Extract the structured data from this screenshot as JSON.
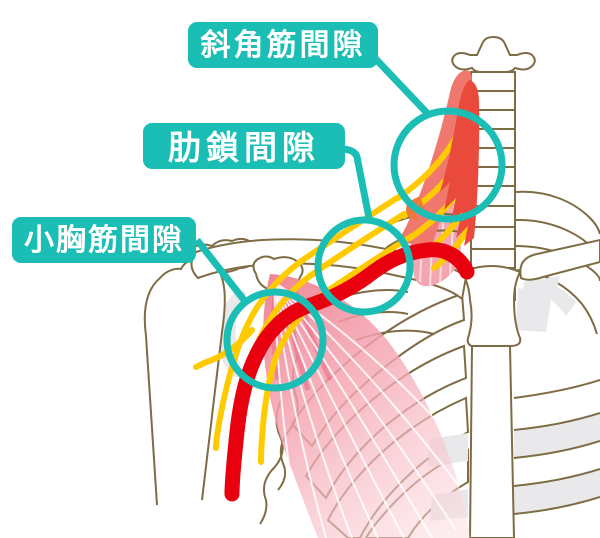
{
  "diagram": {
    "regions": [
      {
        "id": "scalene-gap",
        "label": "斜角筋間隙"
      },
      {
        "id": "costoclavicular-gap",
        "label": "肋鎖間隙"
      },
      {
        "id": "pectoralis-minor-gap",
        "label": "小胸筋間隙"
      }
    ]
  },
  "colors": {
    "background": "#ffffff",
    "label_bg": "#1bbeb4",
    "label_text": "#ffffff",
    "highlight_circle": "#1bbeb4",
    "artery_red": "#e8000f",
    "nerve_yellow": "#ffcb00",
    "muscle_salmon": "#f0786e",
    "muscle_salmon_pale": "#f5988f",
    "muscle_red": "#e94a3c",
    "muscle_orange": "#ee7a38",
    "muscle_pink": "#f3a5b0",
    "muscle_pink_deep": "#ef8193",
    "muscle_pink_light": "#fbdce1",
    "bone_outline": "#7e6c45",
    "bone_fill": "#ffffff",
    "shading_gray": "#e9e9eb"
  }
}
